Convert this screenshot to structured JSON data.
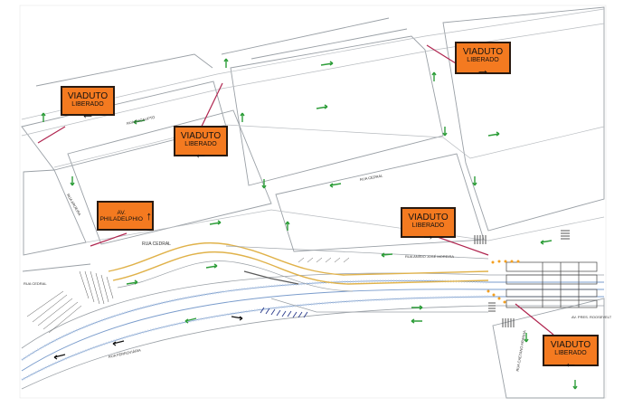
{
  "signs": {
    "s1": {
      "title": "VIADUTO",
      "subtitle": "LIBERADO",
      "arrow": "←"
    },
    "s2": {
      "title": "VIADUTO",
      "subtitle": "LIBERADO",
      "arrow": "←"
    },
    "s3": {
      "title": "VIADUTO",
      "subtitle": "LIBERADO",
      "arrow": "→"
    },
    "s4": {
      "title": "AV. PHILADELPHIO",
      "arrow": "↑"
    },
    "s5": {
      "title": "VIADUTO",
      "subtitle": "LIBERADO",
      "arrow": "→"
    },
    "s6": {
      "title": "VIADUTO",
      "subtitle": "LIBERADO",
      "arrow": "←"
    }
  },
  "streets": {
    "rua_cedral_1": "RUA CEDRAL",
    "rua_cedral_2": "RUA CEDRAL",
    "rua_cedral_3": "RUA CEDRAL",
    "rua_anisio": "RUA ANÍSIO JOSÉ MOREIRA",
    "av_pres": "AV. PRES. ROOSEVELT",
    "rua_eucalipto": "RUA EUCALIPTO",
    "rua_aroeira": "RUA AROEIRA",
    "rua_caetano": "RUA CAETANO ARANHA",
    "rua_ferroviaria": "RUA FERROVIÁRIA"
  },
  "colors": {
    "sign_fill": "#f47a20",
    "leader": "#b0254f",
    "arrow_green": "#2e9e3a",
    "road": "#9aa0a6",
    "rail": "#7a9ccc",
    "viaduct": "#e0b24a"
  }
}
